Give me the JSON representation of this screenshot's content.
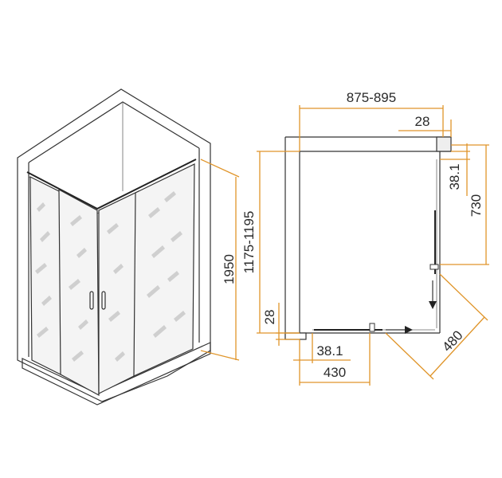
{
  "dimensions": {
    "width_range": "875-895",
    "top_offset": "28",
    "right_glass": "38.1",
    "right_panel": "730",
    "total_height": "1950",
    "depth_range": "1175-1195",
    "left_offset": "28",
    "bottom_glass": "38.1",
    "bottom_panel": "430",
    "diagonal": "480"
  },
  "colors": {
    "dimension_line": "#e0952a",
    "outline": "#333333"
  }
}
